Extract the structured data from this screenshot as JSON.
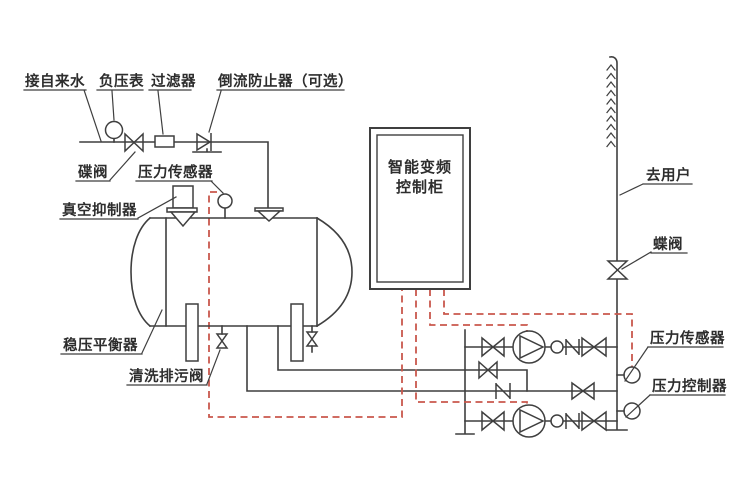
{
  "diagram": {
    "labels": {
      "tap_water": "接自来水",
      "vacuum_gauge": "负压表",
      "filter": "过滤器",
      "backflow_preventer": "倒流防止器（可选）",
      "butterfly_valve_left": "碟阀",
      "pressure_sensor_tank": "压力传感器",
      "vacuum_suppressor": "真空抑制器",
      "pressure_stabilizer": "稳压平衡器",
      "drain_valve": "清洗排污阀",
      "cabinet_line1": "智能变频",
      "cabinet_line2": "控制柜",
      "to_users": "去用户",
      "butterfly_valve_right": "蝶阀",
      "pressure_sensor_outlet": "压力传感器",
      "pressure_controller": "压力控制器"
    },
    "colors": {
      "line": "#3f3f3f",
      "signal_dashed": "#c9584c",
      "text": "#2d2d2d",
      "background": "#ffffff"
    }
  }
}
